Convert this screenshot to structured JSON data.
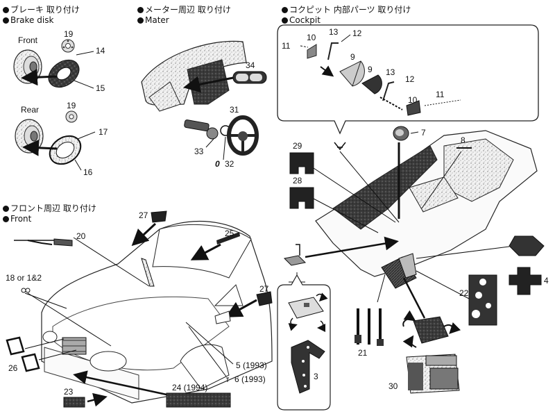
{
  "sections": {
    "brake": {
      "title_jp": "ブレーキ 取り付け",
      "title_en": "Brake disk",
      "front_label": "Front",
      "rear_label": "Rear"
    },
    "meter": {
      "title_jp": "メーター周辺 取り付け",
      "title_en": "Mater"
    },
    "cockpit": {
      "title_jp": "コクピット 内部パーツ 取り付け",
      "title_en": "Cockpit"
    },
    "front": {
      "title_jp": "フロント周辺 取り付け",
      "title_en": "Front"
    }
  },
  "part_numbers": {
    "p19a": "19",
    "p14": "14",
    "p15": "15",
    "p19b": "19",
    "p17": "17",
    "p16": "16",
    "p34": "34",
    "p31": "31",
    "p33": "33",
    "p32": "32",
    "p32_symbol": "0",
    "p13a": "13",
    "p12a": "12",
    "p11a": "11",
    "p10a": "10",
    "p9a": "9",
    "p9b": "9",
    "p13b": "13",
    "p12b": "12",
    "p10b": "10",
    "p11b": "11",
    "p7": "7",
    "p8": "8",
    "p29": "29",
    "p28": "28",
    "p22": "22",
    "p4": "4",
    "p21": "21",
    "p30": "30",
    "p3": "3",
    "p27a": "27",
    "p25": "25",
    "p20": "20",
    "p18": "18 or 1&2",
    "p27b": "27",
    "p26": "26",
    "p23": "23",
    "p24": "24 (1994)",
    "p5": "5 (1993)",
    "p6": "6 (1993)"
  }
}
